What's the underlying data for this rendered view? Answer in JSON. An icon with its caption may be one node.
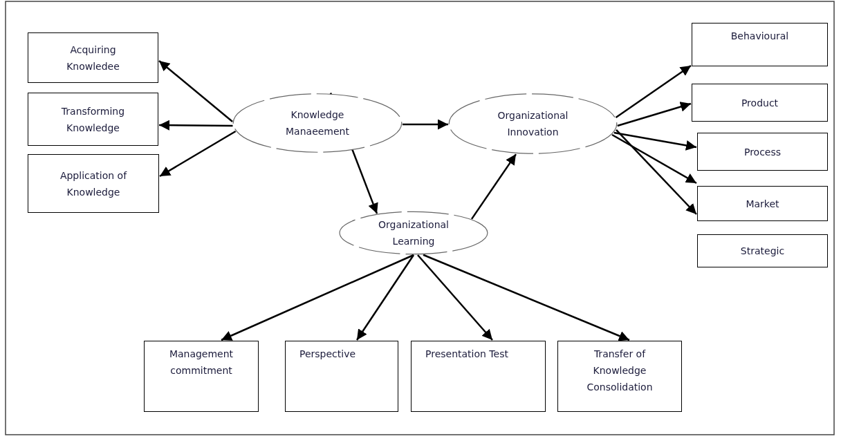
{
  "diagram": {
    "nodes": [
      {
        "text": [
          "Acquiring Knowledee"
        ]
      },
      {
        "text": [
          "Transforming Knowledge"
        ]
      },
      {
        "text": [
          "Application of Knowledge"
        ]
      },
      {
        "text": [
          "Knowledge Manaeement"
        ]
      },
      {
        "text": [
          "Organizational Innovation"
        ]
      },
      {
        "text": [
          "Organizational Learning"
        ]
      },
      {
        "text": [
          "Behavioural"
        ]
      },
      {
        "text": [
          "Product"
        ]
      },
      {
        "text": [
          "Process"
        ]
      },
      {
        "text": [
          "Market"
        ]
      },
      {
        "text": [
          "Strategic"
        ]
      },
      {
        "text": [
          "Management commitment"
        ]
      },
      {
        "text": [
          "Perspective"
        ]
      },
      {
        "text": [
          "Presentation Test"
        ]
      },
      {
        "text": [
          "Transfer of Knowledge Consolidation"
        ]
      }
    ],
    "edges": [
      {
        "from": 3,
        "to": 0,
        "arrow": "to"
      },
      {
        "from": 3,
        "to": 1,
        "arrow": "to"
      },
      {
        "from": 3,
        "to": 2,
        "arrow": "to"
      },
      {
        "from": 3,
        "to": 4,
        "arrow": "to"
      },
      {
        "from": 3,
        "to": 5,
        "arrow": "to"
      },
      {
        "from": 5,
        "to": 4,
        "arrow": "to"
      },
      {
        "from": 4,
        "to": 6,
        "arrow": "to"
      },
      {
        "from": 4,
        "to": 7,
        "arrow": "to"
      },
      {
        "from": 4,
        "to": 8,
        "arrow": "to"
      },
      {
        "from": 4,
        "to": 9,
        "arrow": "to"
      },
      {
        "from": 4,
        "to": 9,
        "arrow": "to"
      },
      {
        "from": 5,
        "to": 11,
        "arrow": "to"
      },
      {
        "from": 5,
        "to": 12,
        "arrow": "to"
      },
      {
        "from": 5,
        "to": 13,
        "arrow": "to"
      },
      {
        "from": 5,
        "to": 14,
        "arrow": "to"
      }
    ]
  }
}
